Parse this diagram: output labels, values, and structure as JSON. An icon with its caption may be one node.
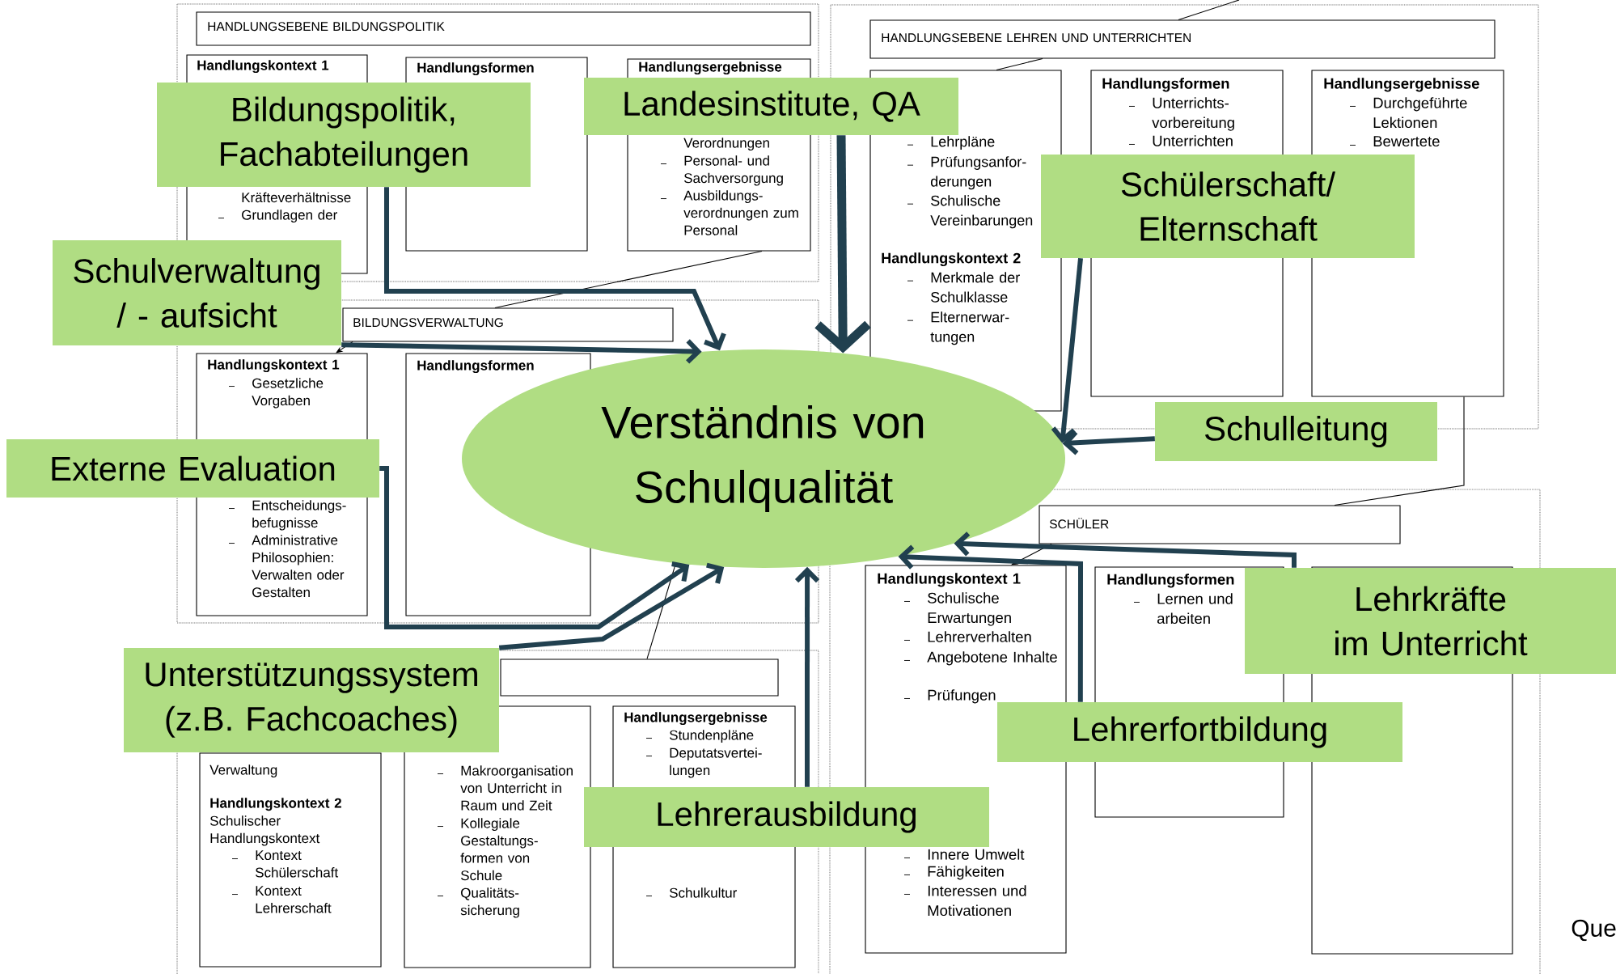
{
  "diagram": {
    "nodes": [
      {
        "text": [
          "HANDLUNGSEBENE BILDUNGSPOLITIK"
        ]
      },
      {
        "text": [
          "Handlungskontext 1",
          "Politische Kräfteverhältnisse",
          "Grundlagen der"
        ]
      },
      {
        "text": [
          "Handlungsformen"
        ]
      },
      {
        "text": [
          "Handlungsergebnisse",
          "Verordnungen",
          "Personal- und Sachversorgung",
          "Ausbildungs- verordnungen zum Personal"
        ]
      },
      {
        "text": [
          "HANDLUNGSEBENE LEHREN UND UNTERRICHTEN"
        ]
      },
      {
        "text": [
          "Lehrpläne",
          "Prüfungsanfor- derungen",
          "Schulische Vereinbarungen",
          "Handlungskontext 2",
          "Merkmale der Schulklasse",
          "Elternerwar- tungen"
        ]
      },
      {
        "text": [
          "Handlungsformen",
          "Unterrichts- vorbereitung",
          "Unterrichten"
        ]
      },
      {
        "text": [
          "Handlungsergebnisse",
          "Durchgeführte Lektionen",
          "Bewertete"
        ]
      },
      {
        "text": [
          "BILDUNGSVERWALTUNG"
        ]
      },
      {
        "text": [
          "Handlungskontext 1",
          "Gesetzliche Vorgaben",
          "Entscheidungs- befugnisse",
          "Administrative Philosophien: Verwalten oder Gestalten"
        ]
      },
      {
        "text": [
          "Handlungsformen"
        ]
      },
      {
        "text": [
          "Verständnis von Schulqualität"
        ]
      },
      {
        "text": [
          "SCHÜLER"
        ]
      },
      {
        "text": [
          "Handlungskontext 1",
          "Schulische Erwartungen",
          "Lehrerverhalten",
          "Angebotene Inhalte",
          "Prüfungen",
          "Innere Umwelt",
          "Fähigkeiten",
          "Interessen und Motivationen"
        ]
      },
      {
        "text": [
          "Handlungsformen",
          "Lernen und arbeiten"
        ]
      },
      {
        "text": [],
        "shape": "box"
      },
      {
        "text": [],
        "shape": "box"
      },
      {
        "text": [
          "Verwaltung",
          "Handlungskontext 2",
          "Schulischer Handlungskontext",
          "Kontext Schülerschaft",
          "Kontext Lehrerschaft"
        ]
      },
      {
        "text": [
          "Makroorganisation von Unterricht in Raum und Zeit",
          "Kollegiale Gestaltungs- formen von Schule",
          "Qualitäts- sicherung"
        ]
      },
      {
        "text": [
          "Handlungsergebnisse",
          "Stundenpläne",
          "Deputatsvertei- lungen",
          "Schulkultur"
        ]
      },
      {
        "text": [
          "Bildungspolitik, Fachabteilungen"
        ]
      },
      {
        "text": [
          "Landesinstitute, QA"
        ]
      },
      {
        "text": [
          "Schülerschaft/ Elternschaft"
        ]
      },
      {
        "text": [
          "Schulverwaltung / - aufsicht"
        ]
      },
      {
        "text": [
          "Schulleitung"
        ]
      },
      {
        "text": [
          "Externe Evaluation"
        ]
      },
      {
        "text": [
          "Lehrkräfte im Unterricht"
        ]
      },
      {
        "text": [
          "Unterstützungssystem (z.B. Fachcoaches)"
        ]
      },
      {
        "text": [
          "Lehrerfortbildung"
        ]
      },
      {
        "text": [
          "Lehrerausbildung"
        ]
      }
    ],
    "edges": [
      {
        "from": 20,
        "to": 11,
        "arrow": "to"
      },
      {
        "from": 21,
        "to": 11,
        "arrow": "to",
        "style": "thick"
      },
      {
        "from": 22,
        "to": 11,
        "arrow": "to"
      },
      {
        "from": 23,
        "to": 11,
        "arrow": "to"
      },
      {
        "from": 24,
        "to": 11,
        "arrow": "to"
      },
      {
        "from": 25,
        "to": 11,
        "arrow": "to"
      },
      {
        "from": 26,
        "to": 11,
        "arrow": "to"
      },
      {
        "from": 27,
        "to": 11,
        "arrow": "to"
      },
      {
        "from": 28,
        "to": 11,
        "arrow": "to"
      },
      {
        "from": 29,
        "to": 11,
        "arrow": "to"
      },
      {
        "from": 3,
        "to": 8,
        "arrow": "none",
        "color": "#000000"
      },
      {
        "from": 8,
        "to": 9,
        "arrow": "to",
        "color": "#000000"
      },
      {
        "from": 11,
        "to": 16,
        "arrow": "none",
        "color": "#000000"
      },
      {
        "from": 4,
        "to": null,
        "arrow": "none",
        "color": "#000000"
      },
      {
        "from": 4,
        "to": 5,
        "arrow": "none",
        "color": "#000000"
      },
      {
        "from": 7,
        "to": 12,
        "arrow": "none",
        "color": "#000000"
      },
      {
        "from": 12,
        "to": 13,
        "arrow": "to",
        "color": "#000000"
      }
    ],
    "labels": [
      "Que"
    ]
  }
}
